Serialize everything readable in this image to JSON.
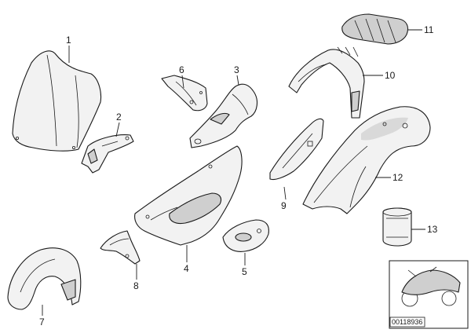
{
  "diagram": {
    "callouts": [
      "1",
      "2",
      "6",
      "3",
      "10",
      "11",
      "9",
      "12",
      "4",
      "5",
      "8",
      "7",
      "13"
    ],
    "reference_code": "00118936"
  }
}
